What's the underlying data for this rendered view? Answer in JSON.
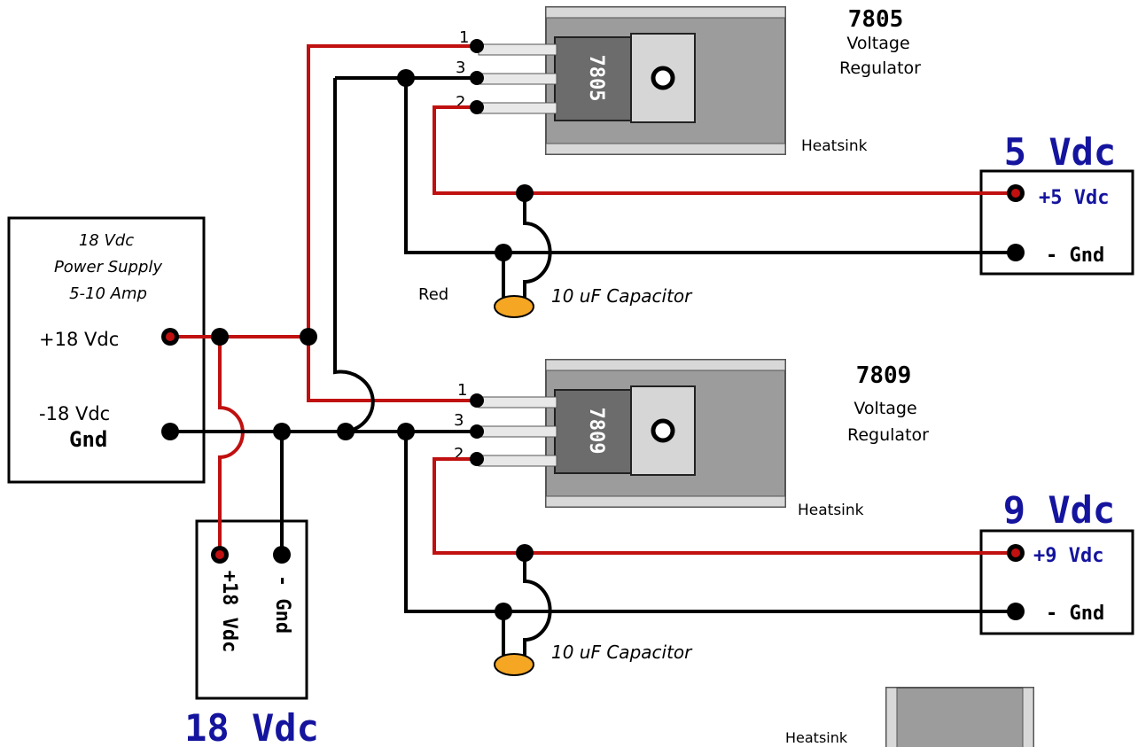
{
  "colors": {
    "positive_wire": "#c01010",
    "ground_wire": "#000000",
    "title_blue": "#14149e",
    "capacitor": "#f5a623",
    "heatsink": "#9c9c9c",
    "chip_dark": "#6c6c6c"
  },
  "regulator_7805": {
    "chip_label": "7805",
    "title": "7805",
    "subtitle_1": "Voltage",
    "subtitle_2": "Regulator",
    "heatsink_label": "Heatsink",
    "pin_1": "1",
    "pin_3": "3",
    "pin_2": "2",
    "capacitor_label": "10 uF Capacitor",
    "red_label": "Red"
  },
  "regulator_7809": {
    "chip_label": "7809",
    "title": "7809",
    "subtitle_1": "Voltage",
    "subtitle_2": "Regulator",
    "heatsink_label": "Heatsink",
    "pin_1": "1",
    "pin_3": "3",
    "pin_2": "2",
    "capacitor_label": "10 uF Capacitor"
  },
  "power_supply": {
    "line_1": "18 Vdc",
    "line_2": "Power Supply",
    "line_3": "5-10 Amp",
    "pos_label": "+18 Vdc",
    "neg_label": "-18 Vdc",
    "gnd_label": "Gnd"
  },
  "output_5v": {
    "title": "5 Vdc",
    "pos_label": "+5 Vdc",
    "gnd_label": "- Gnd"
  },
  "output_9v": {
    "title": "9 Vdc",
    "pos_label": "+9 Vdc",
    "gnd_label": "- Gnd"
  },
  "output_18v": {
    "title": "18 Vdc",
    "pos_label": "+18 Vdc",
    "gnd_label": "- Gnd"
  },
  "spare_heatsink": {
    "label": "Heatsink"
  }
}
